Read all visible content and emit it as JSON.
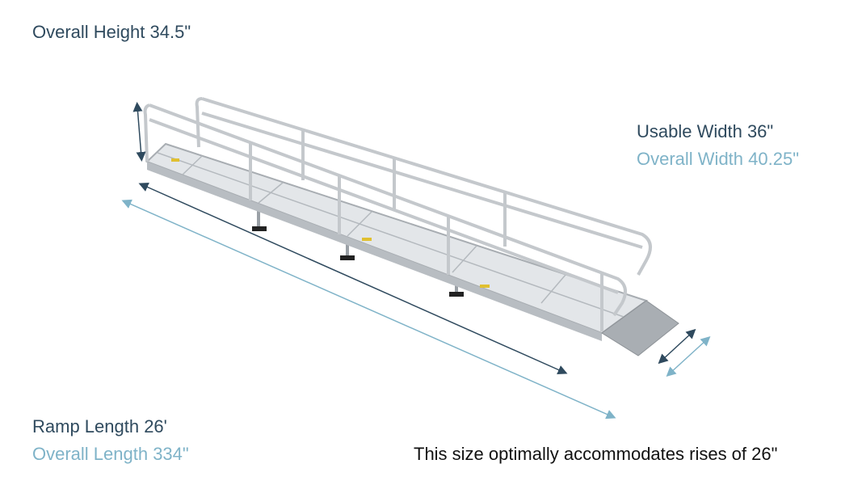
{
  "labels": {
    "overall_height": "Overall Height 34.5\"",
    "usable_width": "Usable Width 36\"",
    "overall_width": "Overall Width 40.25\"",
    "ramp_length": "Ramp Length 26'",
    "overall_length": "Overall Length 334\"",
    "note": "This size optimally accommodates rises of 26\""
  },
  "colors": {
    "dark": "#2f4a5e",
    "light": "#7fb3c8",
    "aluminum": "#c9cdd1"
  }
}
